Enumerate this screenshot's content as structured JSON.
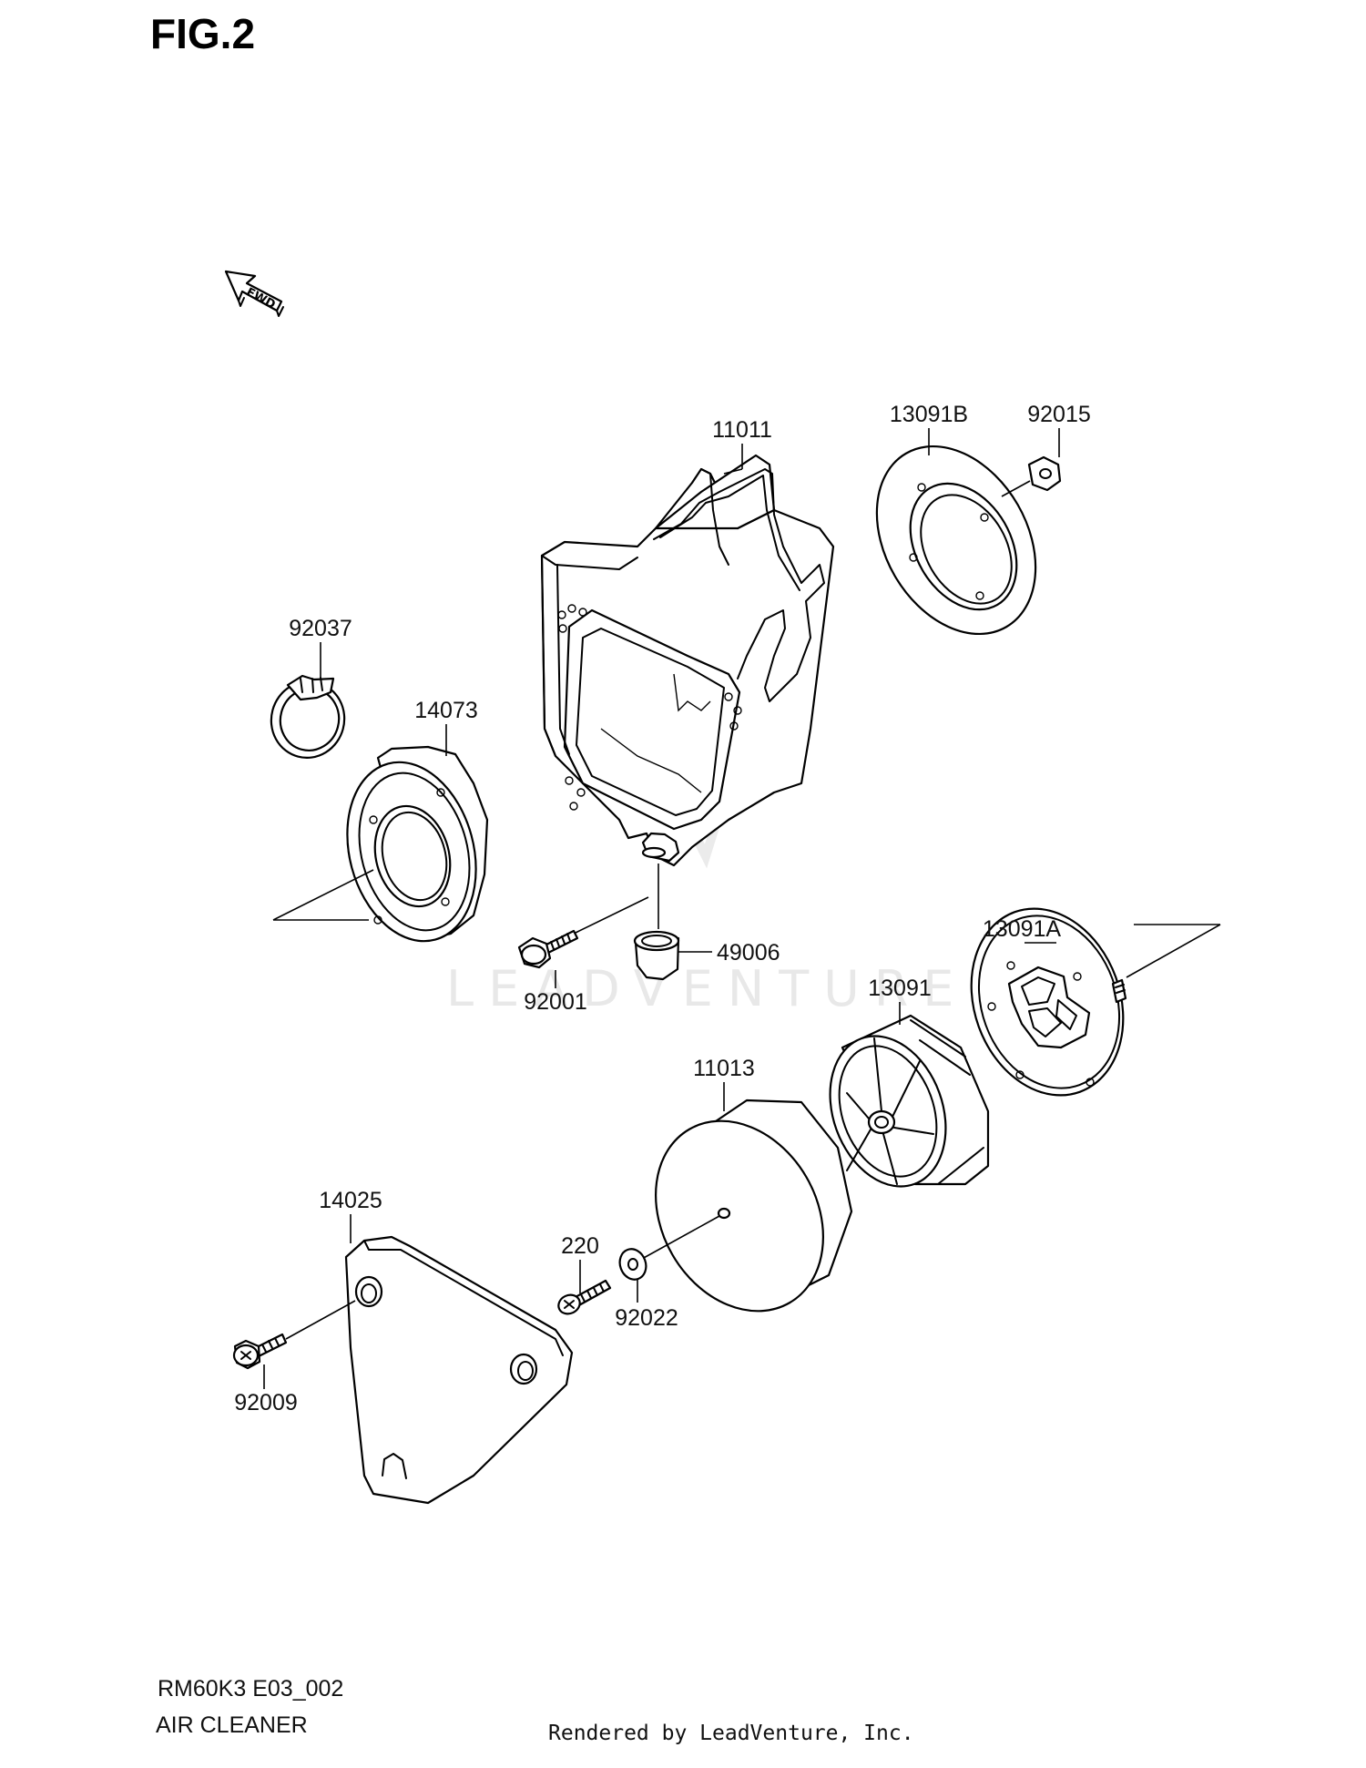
{
  "figure_title": "FIG.2",
  "fwd_arrow_text": "FWD",
  "watermark": "LEADVENTURE",
  "parts": [
    {
      "key": "p11011",
      "number": "11011"
    },
    {
      "key": "p13091B",
      "number": "13091B"
    },
    {
      "key": "p92015",
      "number": "92015"
    },
    {
      "key": "p92037",
      "number": "92037"
    },
    {
      "key": "p14073",
      "number": "14073"
    },
    {
      "key": "p92001",
      "number": "92001"
    },
    {
      "key": "p49006",
      "number": "49006"
    },
    {
      "key": "p13091A",
      "number": "13091A"
    },
    {
      "key": "p13091",
      "number": "13091"
    },
    {
      "key": "p11013",
      "number": "11013"
    },
    {
      "key": "p14025",
      "number": "14025"
    },
    {
      "key": "p220",
      "number": "220"
    },
    {
      "key": "p92022",
      "number": "92022"
    },
    {
      "key": "p92009",
      "number": "92009"
    }
  ],
  "footer": {
    "model_code": "RM60K3 E03_002",
    "section_name": "AIR CLEANER",
    "rendered_by": "Rendered by LeadVenture, Inc."
  }
}
